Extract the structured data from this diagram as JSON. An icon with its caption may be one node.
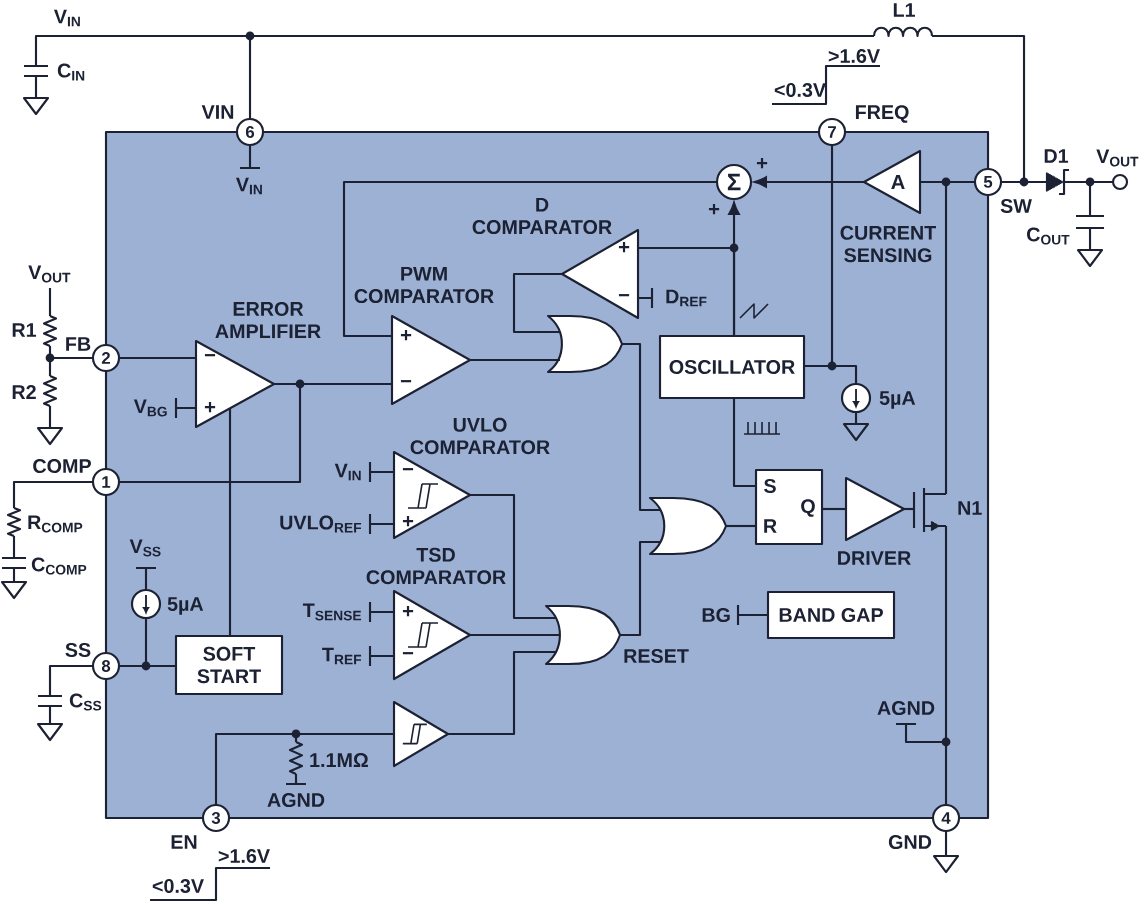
{
  "diagram": {
    "nodes": [
      {
        "text": [],
        "shape": "box"
      },
      {
        "text": [
          "L1"
        ]
      },
      {
        "text": [
          "6"
        ],
        "beside": [
          "VIN",
          "V$_{IN}$"
        ]
      },
      {
        "text": [
          "7"
        ],
        "beside": [
          "FREQ",
          ">1.6V",
          "<0.3V"
        ]
      },
      {
        "text": [
          "Σ"
        ],
        "in": 0,
        "beside": [
          "+",
          "+"
        ]
      },
      {
        "text": [
          "A",
          "CURRENT SENSING"
        ],
        "in": 0
      },
      {
        "text": [
          "5"
        ],
        "beside": [
          "SW"
        ]
      },
      {
        "text": [
          "D1"
        ]
      },
      {
        "text": [
          "V$_{OUT}$"
        ]
      },
      {
        "text": [
          "D COMPARATOR",
          "+",
          "−"
        ],
        "in": 0
      },
      {
        "text": [
          "PWM COMPARATOR",
          "+",
          "−"
        ],
        "in": 0
      },
      {
        "text": [
          "ERROR AMPLIFIER",
          "−",
          "+"
        ],
        "in": 0
      },
      {
        "text": [
          "2"
        ],
        "beside": [
          "FB"
        ]
      },
      {
        "text": [],
        "shape": "gate",
        "in": 0
      },
      {
        "text": [
          "OSCILLATOR"
        ],
        "in": 0
      },
      {
        "text": [
          "5µA"
        ],
        "in": 0
      },
      {
        "text": [
          "UVLO COMPARATOR",
          "−",
          "+"
        ],
        "in": 0
      },
      {
        "text": [
          "1"
        ],
        "beside": [
          "COMP"
        ]
      },
      {
        "text": [
          "S",
          "R",
          "Q"
        ],
        "in": 0
      },
      {
        "text": [],
        "shape": "gate",
        "in": 0
      },
      {
        "text": [
          "DRIVER"
        ],
        "in": 0
      },
      {
        "text": [
          "N1"
        ],
        "in": 0
      },
      {
        "text": [
          "TSD COMPARATOR",
          "+",
          "−"
        ],
        "in": 0
      },
      {
        "text": [
          "5µA"
        ],
        "in": 0
      },
      {
        "text": [
          "RESET"
        ],
        "in": 0
      },
      {
        "text": [
          "BAND GAP"
        ],
        "in": 0
      },
      {
        "text": [
          "SOFT START"
        ],
        "in": 0
      },
      {
        "text": [
          "8"
        ],
        "beside": [
          "SS"
        ]
      },
      {
        "text": [],
        "shape": "triangle",
        "in": 0
      },
      {
        "text": [
          "3"
        ],
        "beside": [
          "EN",
          ">1.6V",
          "<0.3V"
        ]
      },
      {
        "text": [
          "4"
        ],
        "beside": [
          "GND"
        ]
      }
    ],
    "edges": [
      {
        "from": 12,
        "to": 11,
        "arrow": "none"
      },
      {
        "from": 11,
        "to": 10,
        "arrow": "none"
      },
      {
        "from": 17,
        "to": 11,
        "arrow": "none"
      },
      {
        "from": 26,
        "to": 11,
        "arrow": "none"
      },
      {
        "from": 27,
        "to": 26,
        "arrow": "none"
      },
      {
        "from": 23,
        "to": 26,
        "arrow": "none"
      },
      {
        "from": 4,
        "to": 10,
        "arrow": "none"
      },
      {
        "from": 5,
        "to": 4,
        "arrow": "to"
      },
      {
        "from": 6,
        "to": 5,
        "arrow": "none"
      },
      {
        "from": 21,
        "to": 6,
        "arrow": "none"
      },
      {
        "from": 14,
        "to": 4,
        "arrow": "to"
      },
      {
        "from": 14,
        "to": 9,
        "arrow": "none"
      },
      {
        "from": 9,
        "to": 13,
        "arrow": "none"
      },
      {
        "from": 10,
        "to": 13,
        "arrow": "none"
      },
      {
        "from": 13,
        "to": 19,
        "arrow": "none"
      },
      {
        "from": 24,
        "to": 19,
        "arrow": "none"
      },
      {
        "from": 19,
        "to": 18,
        "arrow": "none"
      },
      {
        "from": 14,
        "to": 18,
        "arrow": "none"
      },
      {
        "from": 18,
        "to": 20,
        "arrow": "none"
      },
      {
        "from": 20,
        "to": 21,
        "arrow": "none"
      },
      {
        "from": 21,
        "to": 30,
        "arrow": "none"
      },
      {
        "from": 3,
        "to": 14,
        "arrow": "none"
      },
      {
        "from": 15,
        "to": 14,
        "arrow": "none"
      },
      {
        "from": 16,
        "to": 24,
        "arrow": "none"
      },
      {
        "from": 22,
        "to": 24,
        "arrow": "none"
      },
      {
        "from": 28,
        "to": 24,
        "arrow": "none"
      },
      {
        "from": 29,
        "to": 28,
        "arrow": "none"
      },
      {
        "from": 2,
        "to": 1,
        "arrow": "none"
      },
      {
        "from": 1,
        "to": 6,
        "arrow": "none"
      },
      {
        "from": 6,
        "to": 7,
        "arrow": "none"
      },
      {
        "from": 7,
        "to": 8,
        "arrow": "none"
      }
    ],
    "labels": [
      "V$_{IN}$",
      "C$_{IN}$",
      "C$_{OUT}$",
      "V$_{OUT}$",
      "D$_{REF}$",
      "R1",
      "R2",
      "V$_{BG}$",
      "V$_{IN}$",
      "R$_{COMP}$",
      "UVLO$_{REF}$",
      "V$_{SS}$",
      "C$_{COMP}$",
      "T$_{SENSE}$",
      "BG",
      "T$_{REF}$",
      "C$_{SS}$",
      "AGND",
      "1.1MΩ",
      "AGND"
    ]
  }
}
